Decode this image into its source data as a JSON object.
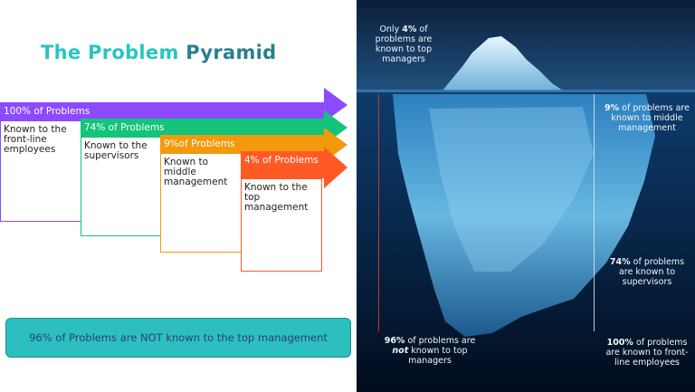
{
  "title": {
    "part1": "The Problem ",
    "part2": "Pyramid"
  },
  "bands": [
    {
      "label": "100% of Problems",
      "box_text": "Known to the front-line employees",
      "color": "#8c4bff"
    },
    {
      "label": "74% of Problems",
      "box_text": "Known to the supervisors",
      "color": "#14c47a"
    },
    {
      "label": "9%of Problems",
      "box_text": "Known to middle management",
      "color": "#f29a0c"
    },
    {
      "label": "4% of Problems",
      "box_text": "Known to the top management",
      "color": "#ff5a26"
    }
  ],
  "banner": "96% of Problems are NOT known to the top management",
  "iceberg": {
    "top_note": {
      "pre": "Only ",
      "bold": "4%",
      "post": " of problems are known to top managers"
    },
    "right_notes": [
      {
        "bold": "9%",
        "rest": " of problems are known to middle management"
      },
      {
        "bold": "74%",
        "rest": " of problems are known to supervisors"
      },
      {
        "bold": "100%",
        "rest": " of problems are known to front-line employees"
      }
    ],
    "bottom_left": {
      "bold": "96%",
      "mid": " of problems are ",
      "em": "not",
      "post": " known to top managers"
    }
  }
}
